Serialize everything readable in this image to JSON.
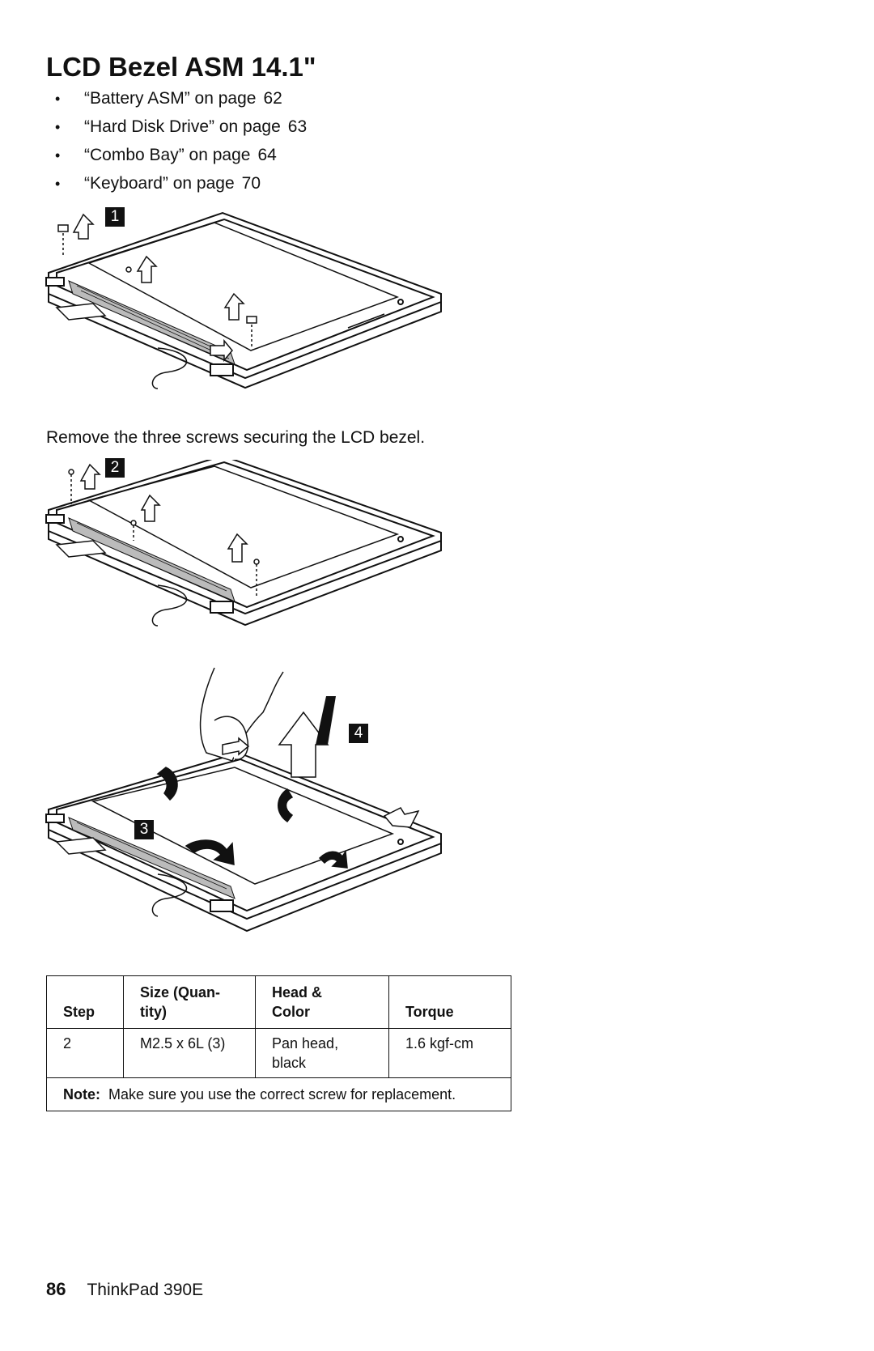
{
  "page": {
    "title": "LCD Bezel ASM 14.1\"",
    "prerequisites": [
      {
        "ref": "“Battery ASM” on page",
        "page": "62"
      },
      {
        "ref": "“Hard Disk Drive” on page",
        "page": "63"
      },
      {
        "ref": "“Combo Bay” on page",
        "page": "64"
      },
      {
        "ref": "“Keyboard” on page",
        "page": "70"
      }
    ],
    "bullet": "•",
    "caption": "Remove the three screws securing the LCD bezel.",
    "callouts": {
      "step1": "1",
      "step2": "2",
      "step3": "3",
      "step4": "4"
    }
  },
  "table": {
    "headers": {
      "step": "Step",
      "size_line1": "Size (Quan-",
      "size_line2": "tity)",
      "head_line1": "Head &",
      "head_line2": "Color",
      "torque": "Torque"
    },
    "row": {
      "step": "2",
      "size": "M2.5 x 6L (3)",
      "head_line1": "Pan head,",
      "head_line2": "black",
      "torque": "1.6 kgf-cm"
    },
    "note_label": "Note:",
    "note_text": "Make sure you use the correct screw for replacement."
  },
  "footer": {
    "page_number": "86",
    "product": "ThinkPad 390E"
  }
}
